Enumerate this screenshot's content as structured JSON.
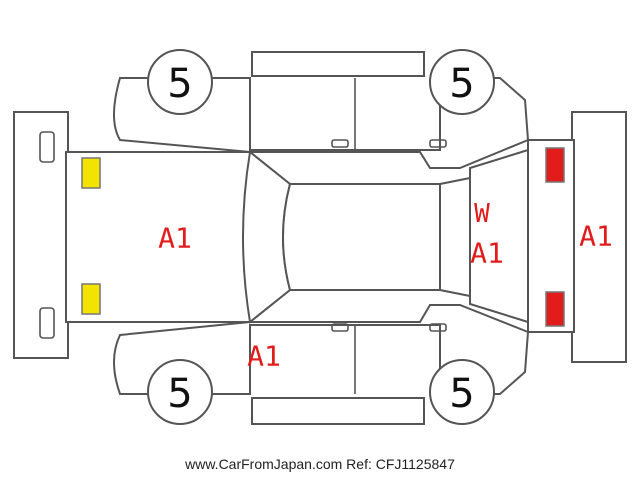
{
  "tires": {
    "front_left": "5",
    "front_right": "5",
    "rear_left": "5",
    "rear_right": "5"
  },
  "damage_codes": {
    "front_area": "A1",
    "left_side": "A1",
    "windshield_line1": "W",
    "windshield_line2": "A1",
    "rear_area": "A1"
  },
  "colors": {
    "damage_text": "#e21b1b",
    "front_lamps": "#f3e300",
    "rear_lamps": "#e21b1b",
    "outline": "#555555"
  },
  "footer": {
    "site": "www.CarFromJapan.com",
    "ref": "Ref: CFJ1125847"
  }
}
